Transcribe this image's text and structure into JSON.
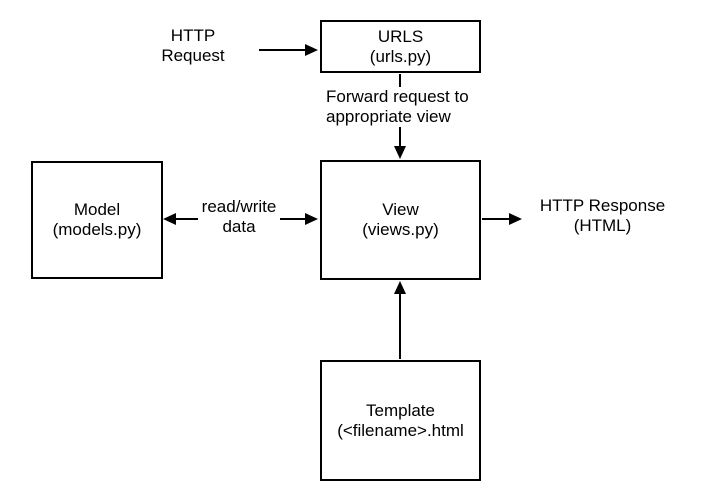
{
  "diagram": {
    "colors": {
      "stroke": "#000000",
      "background": "#ffffff",
      "text": "#000000"
    },
    "boxes": {
      "urls": {
        "name": "URLS",
        "file": "(urls.py)"
      },
      "model": {
        "name": "Model",
        "file": "(models.py)"
      },
      "view": {
        "name": "View",
        "file": "(views.py)"
      },
      "template": {
        "name": "Template",
        "file": "(<filename>.html"
      }
    },
    "labels": {
      "http_request": "HTTP\nRequest",
      "forward_request": "Forward request to\nappropriate view",
      "read_write": "read/write\ndata",
      "http_response": "HTTP Response\n(HTML)"
    },
    "edges": [
      {
        "from": "HTTP Request",
        "to": "URLS (urls.py)",
        "direction": "one-way",
        "label": ""
      },
      {
        "from": "URLS (urls.py)",
        "to": "View (views.py)",
        "direction": "one-way",
        "label": "Forward request to appropriate view"
      },
      {
        "from": "Model (models.py)",
        "to": "View (views.py)",
        "direction": "two-way",
        "label": "read/write data"
      },
      {
        "from": "View (views.py)",
        "to": "HTTP Response (HTML)",
        "direction": "one-way",
        "label": ""
      },
      {
        "from": "Template (<filename>.html)",
        "to": "View (views.py)",
        "direction": "one-way",
        "label": ""
      }
    ]
  }
}
